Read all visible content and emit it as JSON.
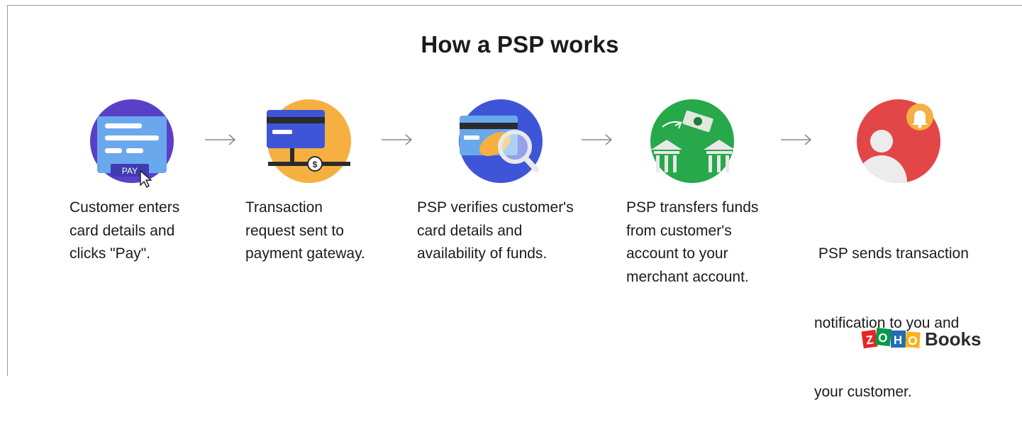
{
  "title": "How a PSP works",
  "colors": {
    "step1": "#5a40c8",
    "step2": "#f5b041",
    "step3": "#3f55d8",
    "step4": "#27a84a",
    "step5": "#e24646",
    "arrow": "#8a8a8a"
  },
  "steps": [
    {
      "icon": "payment-form-icon",
      "pay_label": "PAY",
      "lines": [
        "Customer enters",
        "card details and",
        "clicks \"Pay\"."
      ]
    },
    {
      "icon": "card-network-icon",
      "coin_label": "$",
      "lines": [
        "Transaction",
        "request sent to",
        "payment gateway."
      ]
    },
    {
      "icon": "card-verify-icon",
      "lines": [
        "PSP verifies customer's",
        "card details and",
        "availability of funds."
      ]
    },
    {
      "icon": "bank-transfer-icon",
      "lines": [
        "PSP transfers funds",
        "from customer's",
        "account to your",
        "merchant account."
      ]
    },
    {
      "icon": "notification-icon",
      "lines": [
        " PSP sends transaction",
        "notification to you and",
        "your customer."
      ]
    }
  ],
  "logo": {
    "letters": [
      "Z",
      "O",
      "H",
      "O"
    ],
    "letter_colors": [
      "#e42527",
      "#089949",
      "#226db4",
      "#f9b21d"
    ],
    "product": "Books"
  }
}
